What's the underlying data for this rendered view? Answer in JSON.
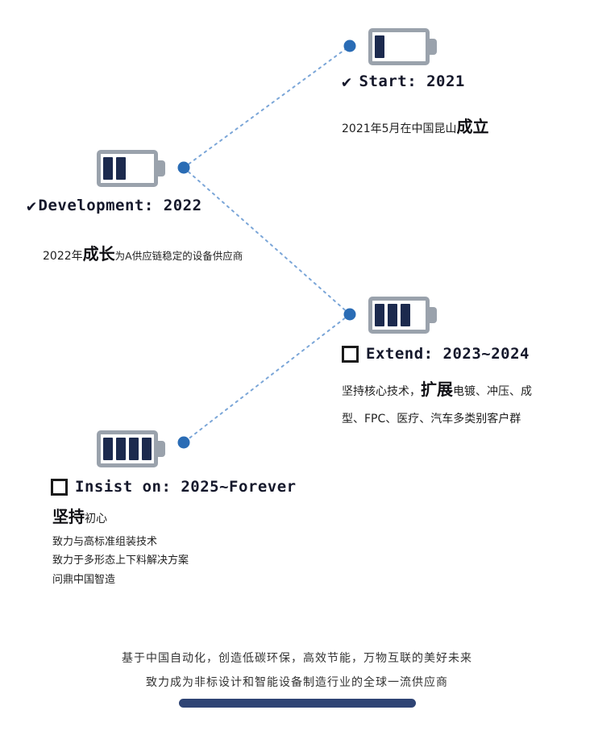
{
  "colors": {
    "battery_outline": "#9aa2ac",
    "battery_bar": "#1c2a4e",
    "dot": "#2a6cb5",
    "line": "#7ba6d8",
    "footer_bar": "#2e4374"
  },
  "milestones": [
    {
      "name": "start",
      "marker_icon": "check-icon",
      "marker_glyph": "✔",
      "heading": "Start: 2021",
      "battery_level": 1,
      "desc": {
        "prefix": "2021年5月在中国昆山",
        "emphasis": "成立",
        "suffix": ""
      }
    },
    {
      "name": "development",
      "marker_icon": "check-icon",
      "marker_glyph": "✔",
      "heading": "Development: 2022",
      "battery_level": 2,
      "desc": {
        "prefix": "2022年",
        "emphasis": "成长",
        "suffix": "为A供应链稳定的设备供应商"
      }
    },
    {
      "name": "extend",
      "marker_icon": "empty-checkbox-icon",
      "heading": "Extend: 2023~2024",
      "battery_level": 3,
      "desc": {
        "prefix": "坚持核心技术，",
        "emphasis": "扩展",
        "suffix": "电镀、冲压、成型、FPC、医疗、汽车多类别客户群"
      }
    },
    {
      "name": "insist-on",
      "marker_icon": "empty-checkbox-icon",
      "heading": "Insist on: 2025~Forever",
      "battery_level": 4,
      "desc": {
        "prefix": "",
        "emphasis": "坚持",
        "suffix": "初心"
      },
      "lines": [
        "致力与高标准组装技术",
        "致力于多形态上下料解决方案",
        "问鼎中国智造"
      ]
    }
  ],
  "footer": {
    "line1": "基于中国自动化，创造低碳环保，高效节能，万物互联的美好未来",
    "line2": "致力成为非标设计和智能设备制造行业的全球一流供应商"
  }
}
